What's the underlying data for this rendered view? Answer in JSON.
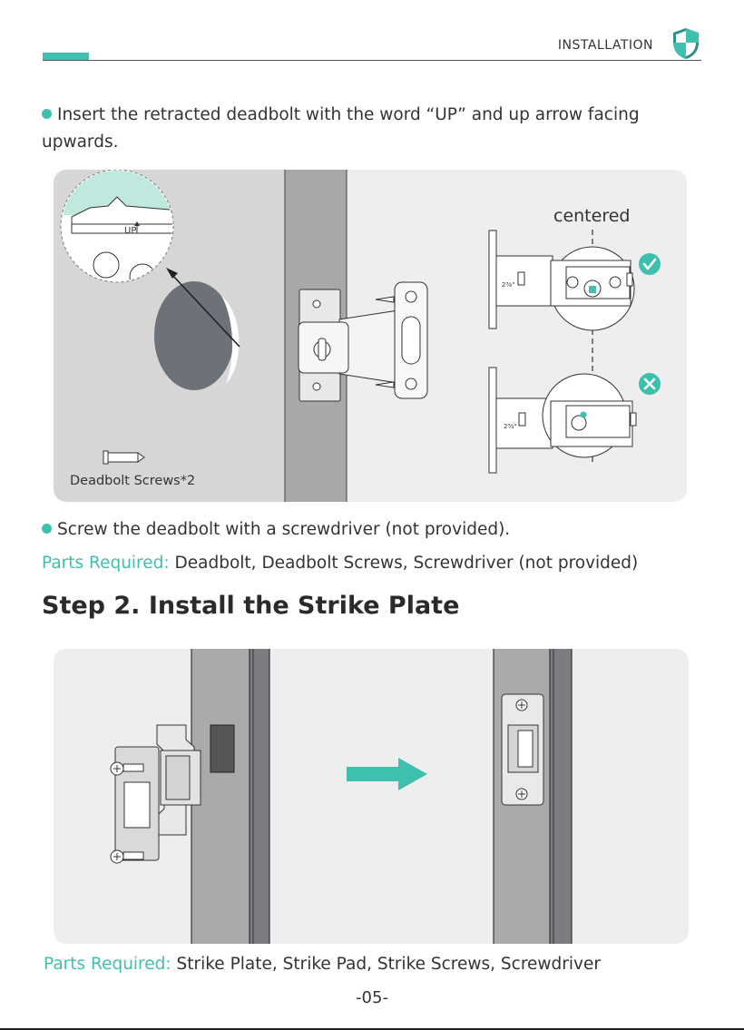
{
  "header": {
    "section_title": "INSTALLATION",
    "shield_icon": "shield-icon"
  },
  "instruction1": {
    "text": "Insert the retracted deadbolt with the word “UP” and up arrow facing upwards."
  },
  "figure1": {
    "up_label": "UP",
    "centered_label": "centered",
    "screws_caption": "Deadbolt Screws*2",
    "backset_label_top": "2³⁄₈\"",
    "backset_label_bottom": "2³⁄₄\"",
    "correct_icon": "check-circle-icon",
    "wrong_icon": "x-circle-icon"
  },
  "instruction2": {
    "text": "Screw the deadbolt with a screwdriver (not provided)."
  },
  "parts1": {
    "label": "Parts Required:",
    "value": "Deadbolt, Deadbolt Screws, Screwdriver (not provided)"
  },
  "step2": {
    "title": "Step 2. Install the Strike Plate"
  },
  "parts2": {
    "label": "Parts Required:",
    "value": "Strike Plate, Strike Pad, Strike Screws, Screwdriver"
  },
  "footer": {
    "page_number": "-05-"
  },
  "colors": {
    "accent": "#3fbfae",
    "correct": "#3fbfae",
    "wrong": "#3fbfae"
  }
}
